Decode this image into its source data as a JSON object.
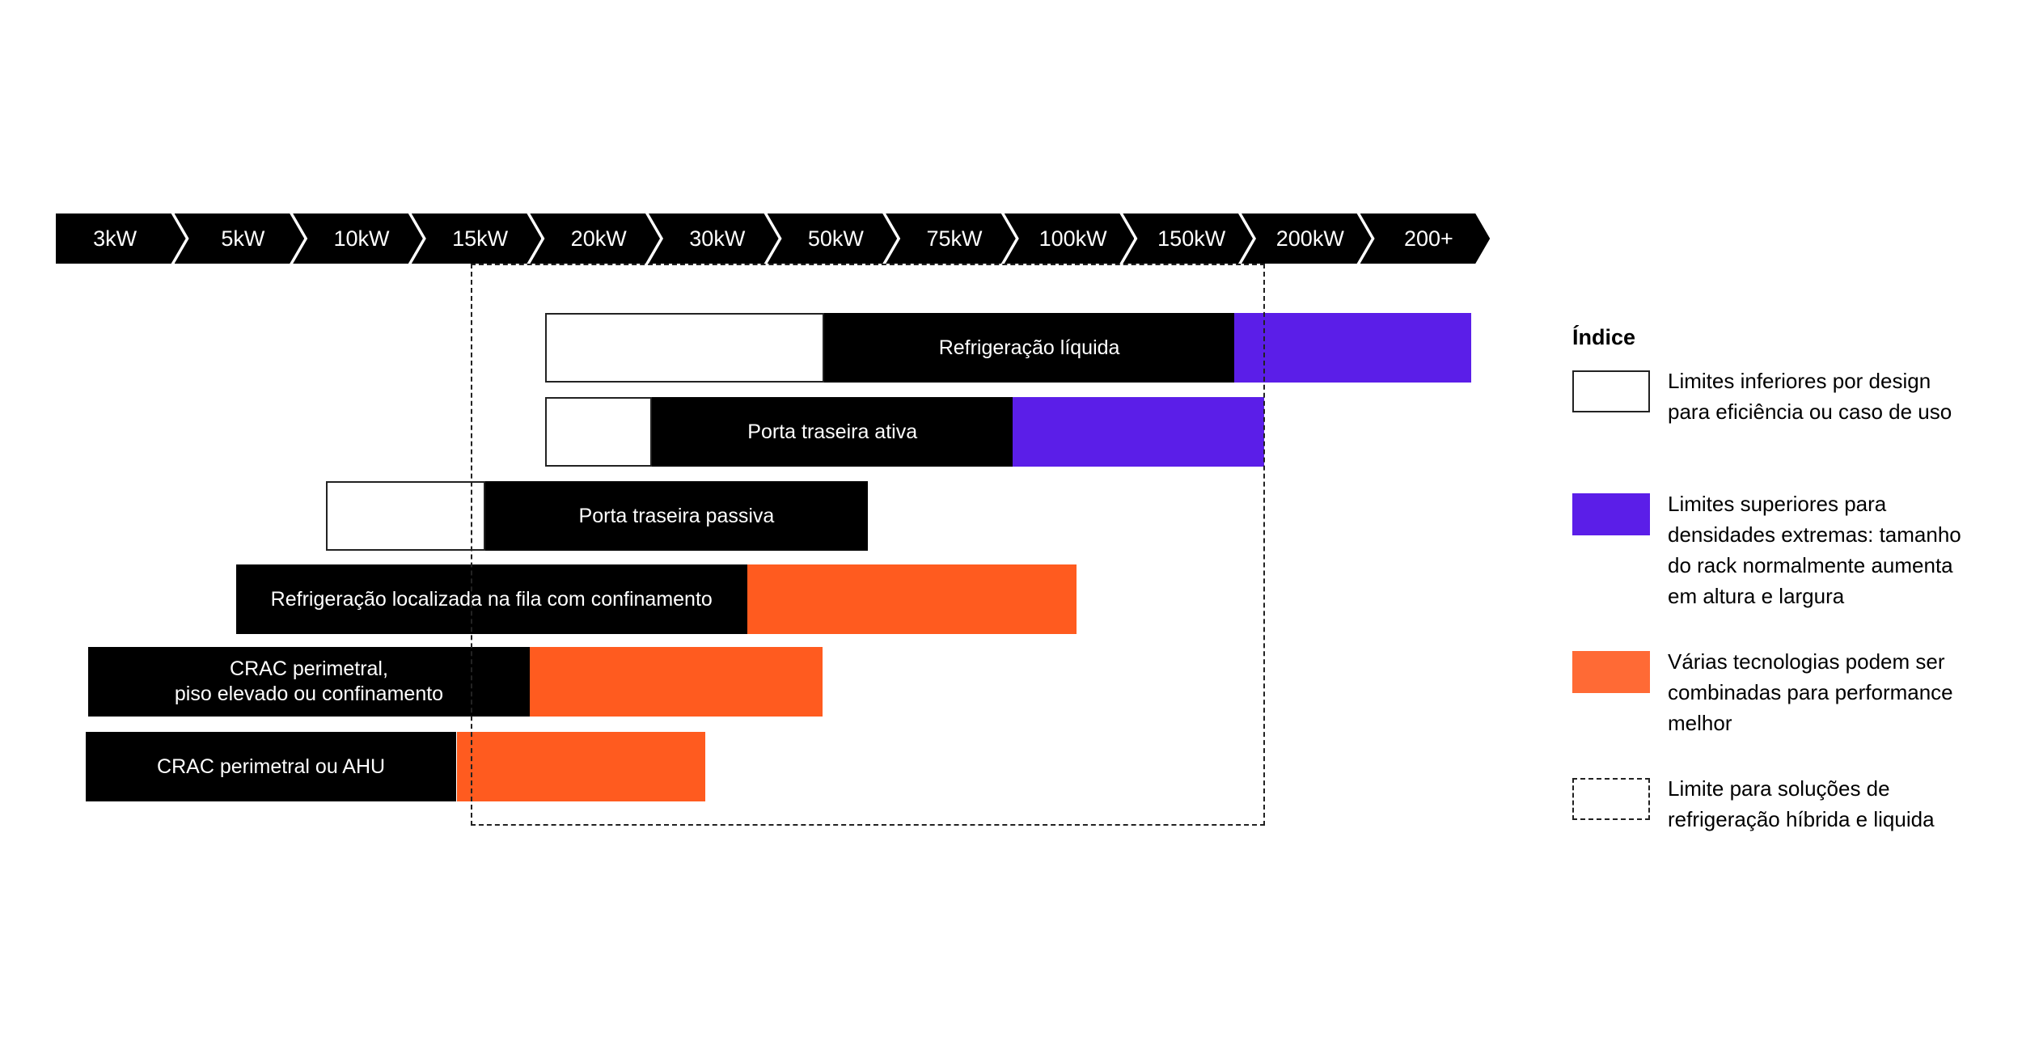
{
  "scale": {
    "labels": [
      "3kW",
      "5kW",
      "10kW",
      "15kW",
      "20kW",
      "30kW",
      "50kW",
      "75kW",
      "100kW",
      "150kW",
      "200kW",
      "200+"
    ]
  },
  "rows": [
    {
      "label": "Refrigeração líquida",
      "segments": [
        {
          "type": "lower",
          "from": 4.13,
          "to": 6.48
        },
        {
          "type": "core",
          "from": 6.48,
          "to": 9.94
        },
        {
          "type": "upper",
          "from": 9.94,
          "to": 11.94
        }
      ]
    },
    {
      "label": "Porta traseira ativa",
      "segments": [
        {
          "type": "lower",
          "from": 4.13,
          "to": 5.03
        },
        {
          "type": "core",
          "from": 5.03,
          "to": 8.07
        },
        {
          "type": "upper",
          "from": 8.07,
          "to": 10.19
        }
      ]
    },
    {
      "label": "Porta traseira passiva",
      "segments": [
        {
          "type": "lower",
          "from": 2.28,
          "to": 3.62
        },
        {
          "type": "core",
          "from": 3.62,
          "to": 6.85
        }
      ]
    },
    {
      "label": "Refrigeração localizada na fila com confinamento",
      "segments": [
        {
          "type": "core",
          "from": 1.52,
          "to": 5.83
        },
        {
          "type": "combined",
          "from": 5.83,
          "to": 8.61
        }
      ]
    },
    {
      "label": "CRAC perimetral,\npiso elevado ou confinamento",
      "segments": [
        {
          "type": "core",
          "from": 0.27,
          "to": 4.0
        },
        {
          "type": "combined",
          "from": 4.0,
          "to": 6.47
        }
      ]
    },
    {
      "label": "CRAC perimetral ou AHU",
      "segments": [
        {
          "type": "core",
          "from": 0.25,
          "to": 3.38
        },
        {
          "type": "combined",
          "from": 3.38,
          "to": 5.48
        }
      ]
    }
  ],
  "hybrid_limit": {
    "from": 3.5,
    "to": 10.2
  },
  "legend": {
    "title": "Índice",
    "items": [
      {
        "kind": "white",
        "text": "Limites inferiores por design\npara eficiência ou caso de uso"
      },
      {
        "kind": "purple",
        "text": "Limites superiores para\ndensidades extremas: tamanho\ndo rack normalmente aumenta\nem altura e largura"
      },
      {
        "kind": "orange",
        "text": "Várias tecnologias podem ser\ncombinadas para performance\nmelhor"
      },
      {
        "kind": "dashed",
        "text": "Limite para soluções de\nrefrigeração híbrida e liquida"
      }
    ]
  },
  "colors": {
    "black": "#000000",
    "purple": "#5b1ee8",
    "orange": "#ff5b1f",
    "white": "#ffffff"
  }
}
